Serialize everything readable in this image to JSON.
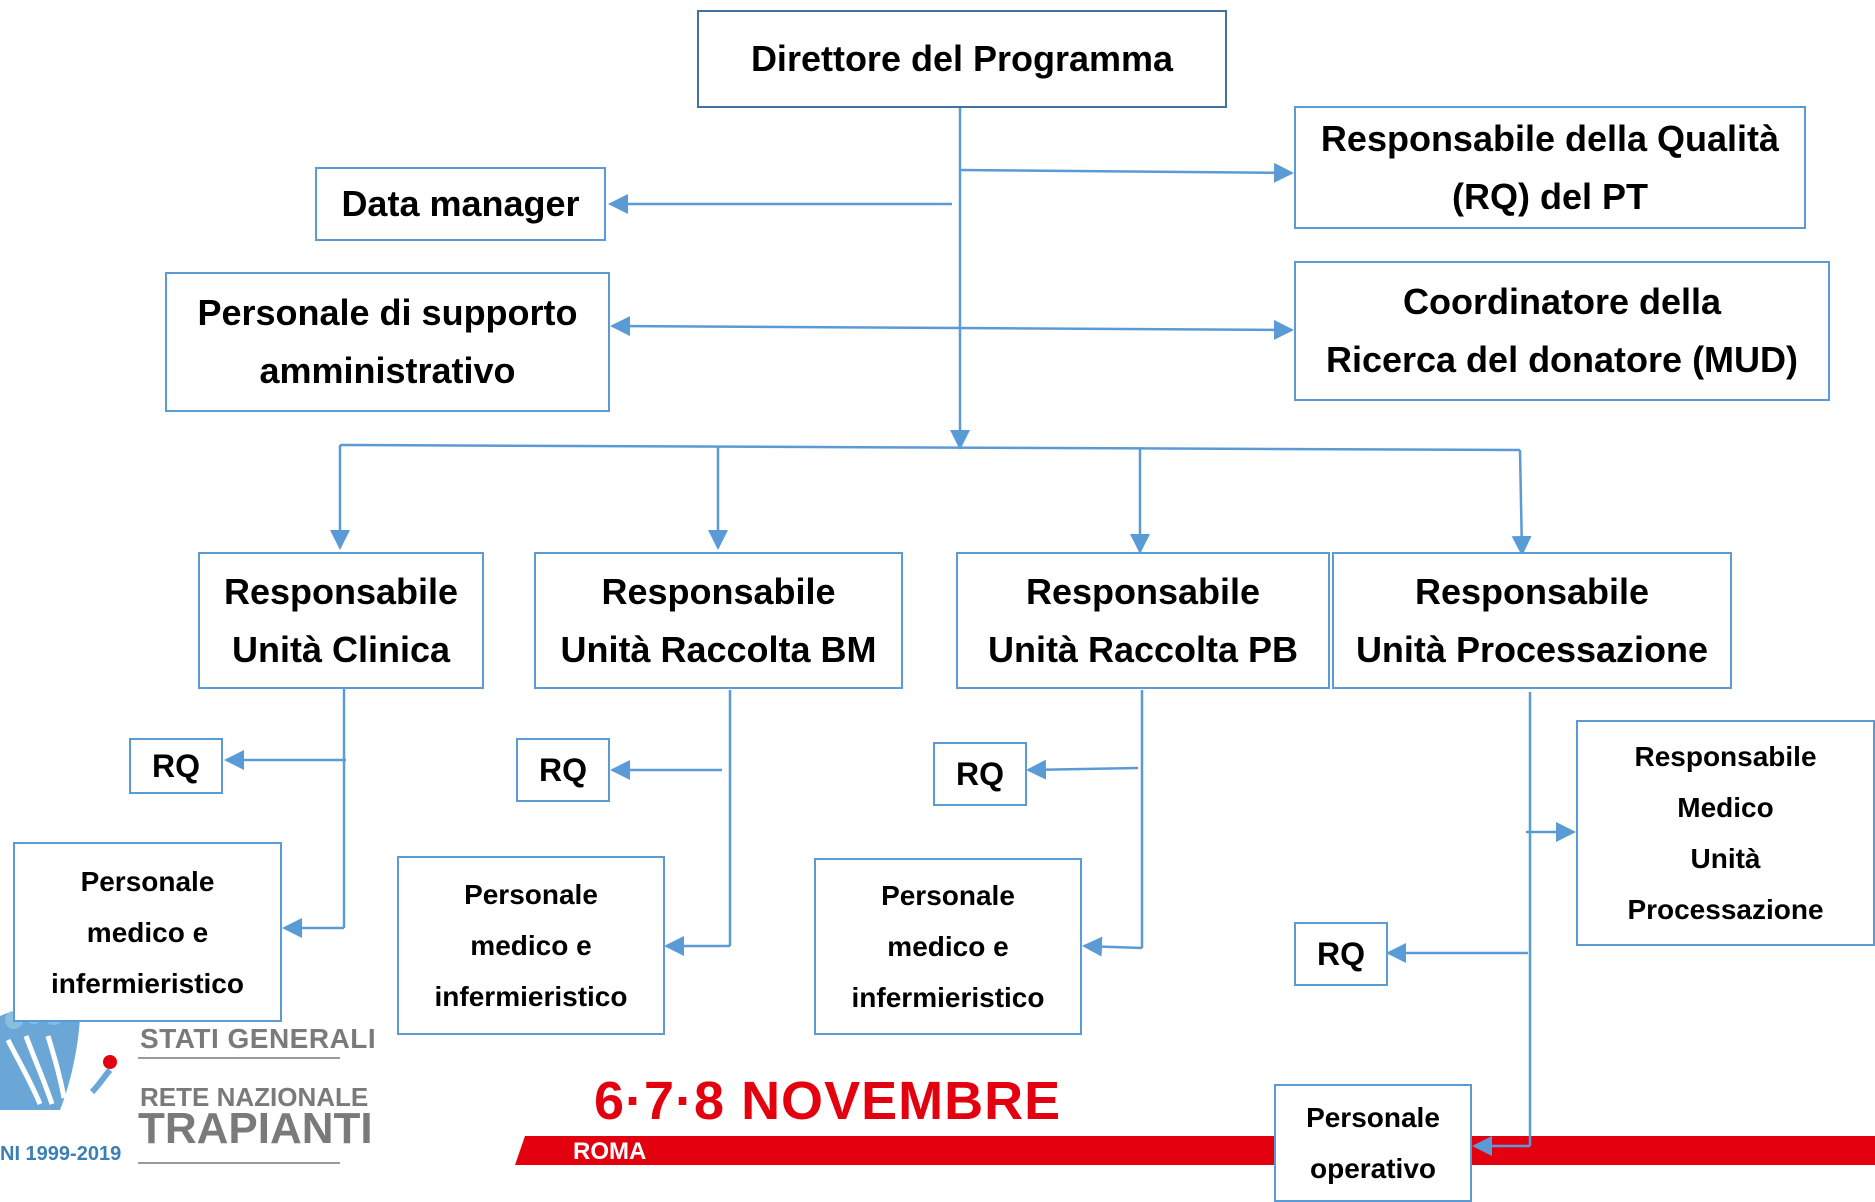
{
  "nodes": {
    "director": [
      "Direttore del Programma"
    ],
    "quality": [
      "Responsabile della Qualità",
      "(RQ) del PT"
    ],
    "data_manager": [
      "Data manager"
    ],
    "admin_support": [
      "Personale di supporto",
      "amministrativo"
    ],
    "donor_coord": [
      "Coordinatore della",
      "Ricerca del donatore (MUD)"
    ],
    "clinical": [
      "Responsabile",
      "Unità Clinica"
    ],
    "bm": [
      "Responsabile",
      "Unità Raccolta BM"
    ],
    "pb": [
      "Responsabile",
      "Unità Raccolta PB"
    ],
    "processing": [
      "Responsabile",
      "Unità Processazione"
    ],
    "rq_clinical": [
      "RQ"
    ],
    "rq_bm": [
      "RQ"
    ],
    "rq_pb": [
      "RQ"
    ],
    "rq_processing": [
      "RQ"
    ],
    "staff_clinical": [
      "Personale",
      "medico e",
      "infermieristico"
    ],
    "staff_bm": [
      "Personale",
      "medico e",
      "infermieristico"
    ],
    "staff_pb": [
      "Personale",
      "medico e",
      "infermieristico"
    ],
    "med_processing": [
      "Responsabile",
      "Medico",
      "Unità",
      "Processazione"
    ],
    "operative": [
      "Personale",
      "operativo"
    ]
  },
  "footer": {
    "logo_line1": "STATI GENERALI",
    "logo_line2": "RETE NAZIONALE",
    "logo_line3": "TRAPIANTI",
    "logo_years": "NI 1999-2019",
    "event_dates": "6·7·8 NOVEMBRE",
    "event_city": "ROMA"
  },
  "colors": {
    "box_border": "#5b9bd5",
    "connector": "#5b9bd5",
    "banner_red": "#e3000f",
    "logo_blue": "#4a90c2",
    "logo_gray": "#7a7a7a"
  }
}
